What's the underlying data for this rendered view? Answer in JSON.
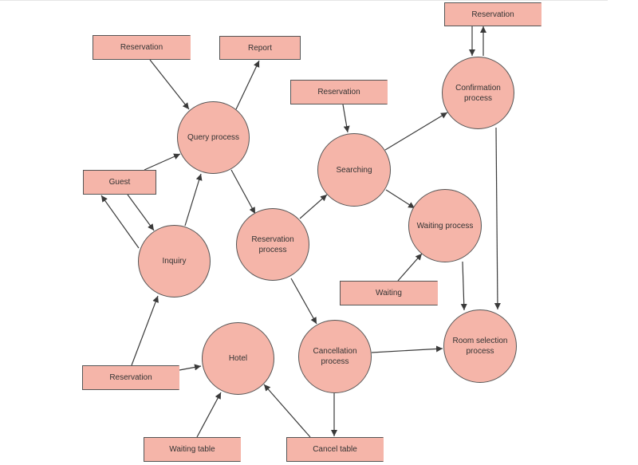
{
  "entities": {
    "reservation_top_left": "Reservation",
    "report": "Report",
    "guest": "Guest",
    "reservation_search": "Reservation",
    "reservation_top_right": "Reservation",
    "waiting": "Waiting",
    "reservation_bottom_left": "Reservation",
    "waiting_table": "Waiting table",
    "cancel_table": "Cancel table"
  },
  "processes": {
    "query": "Query process",
    "inquiry": "Inquiry",
    "reservation": "Reservation\nprocess",
    "searching": "Searching",
    "confirmation": "Confirmation\nprocess",
    "waiting": "Waiting process",
    "cancellation": "Cancellation\nprocess",
    "hotel": "Hotel",
    "room_selection": "Room selection\nprocess"
  },
  "colors": {
    "fill": "#f5b5a9",
    "stroke": "#555555",
    "arrow": "#3a3a3a"
  }
}
